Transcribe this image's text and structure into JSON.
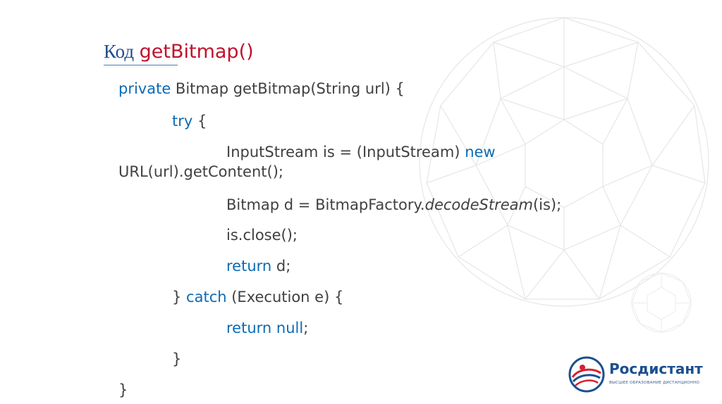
{
  "title": {
    "prefix": "Код",
    "code": "getBitmap()"
  },
  "code": {
    "l1": {
      "kw": "private",
      "rest": " Bitmap getBitmap(String url) {"
    },
    "l2": {
      "kw": "try",
      "rest": " {"
    },
    "l3": {
      "text": "InputStream is = (InputStream) ",
      "kw": "new"
    },
    "l4": {
      "text": "URL(url).getContent();"
    },
    "l5": {
      "pre": "Bitmap d = BitmapFactory.",
      "italic": "decodeStream",
      "post": "(is);"
    },
    "l6": {
      "text": "is.close();"
    },
    "l7": {
      "kw": "return",
      "rest": " d;"
    },
    "l8": {
      "pre": "} ",
      "kw": "catch",
      "rest": " (Execution e) {"
    },
    "l9": {
      "kw": "return null",
      "rest": ";"
    },
    "l10": {
      "text": "}"
    },
    "l11": {
      "text": "}"
    }
  },
  "logo": {
    "name": "Росдистант",
    "tagline": "ВЫСШЕЕ ОБРАЗОВАНИЕ ДИСТАНЦИОННО",
    "colors": {
      "primary": "#1a4f8f",
      "accent": "#d4232f"
    }
  },
  "colors": {
    "title_text": "#1f4e8c",
    "title_code": "#c0122c",
    "keyword": "#0c6bb5",
    "code_text": "#404040"
  }
}
